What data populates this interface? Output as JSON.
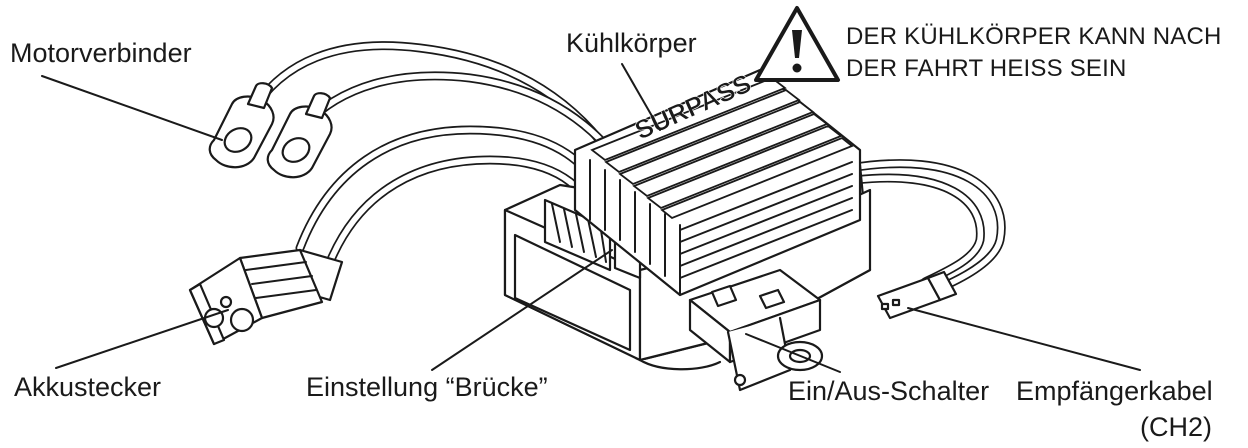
{
  "labels": {
    "motor_connector": "Motorverbinder",
    "heatsink": "Kühlkörper",
    "warning_line1": "DER KÜHLKÖRPER KANN NACH",
    "warning_line2": "DER FAHRT HEISS SEIN",
    "battery_plug": "Akkustecker",
    "bridge_setting": "Einstellung “Brücke”",
    "switch": "Ein/Aus-Schalter",
    "receiver_cable": "Empfängerkabel",
    "receiver_channel": "(CH2)"
  },
  "heatsink_brand_text": "SURPASS",
  "colors": {
    "ink": "#1a1a1a",
    "paper": "#ffffff"
  },
  "icons": {
    "warning": "warning-triangle-icon"
  }
}
